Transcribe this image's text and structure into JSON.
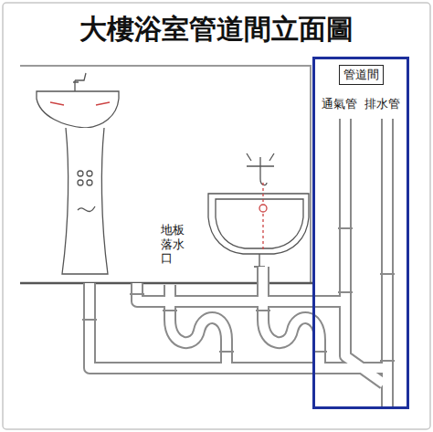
{
  "diagram": {
    "title": "大樓浴室管道間立面圖",
    "nodes": [
      {
        "text": [
          "通氣管",
          "排水管"
        ]
      },
      {
        "text": [
          "管道間"
        ],
        "in": 0
      }
    ],
    "labels": [
      "地板落水口"
    ]
  }
}
